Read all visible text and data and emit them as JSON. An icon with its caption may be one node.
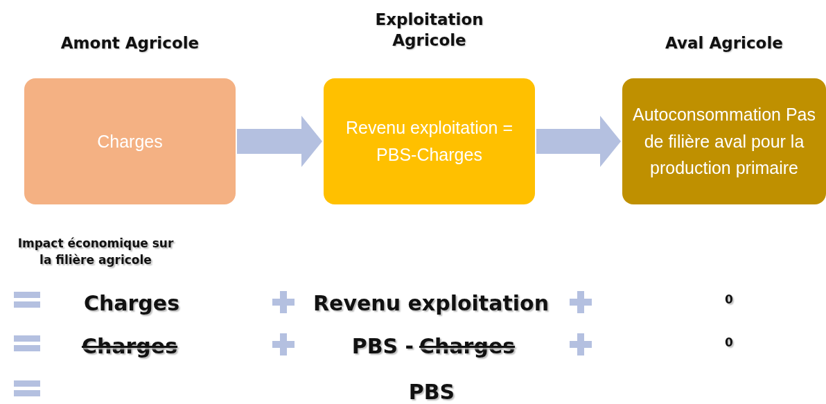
{
  "diagram": {
    "nodes": [
      {
        "text": [
          "Amont Agricole",
          "Charges"
        ]
      },
      {
        "text": [
          "Exploitation Agricole",
          "Revenu exploitation = PBS-Charges"
        ]
      },
      {
        "text": [
          "Aval Agricole",
          "Autoconsommation Pas de filière aval pour la production primaire"
        ]
      }
    ],
    "edges": [
      {
        "from": 0,
        "to": 1,
        "arrow": "to"
      },
      {
        "from": 1,
        "to": 2,
        "arrow": "to"
      }
    ],
    "labels": [
      "Impact économique sur la filière agricole",
      "Charges",
      "Revenu exploitation",
      "0",
      "Charges",
      "PBS -",
      "Charges",
      "0",
      "PBS"
    ]
  }
}
